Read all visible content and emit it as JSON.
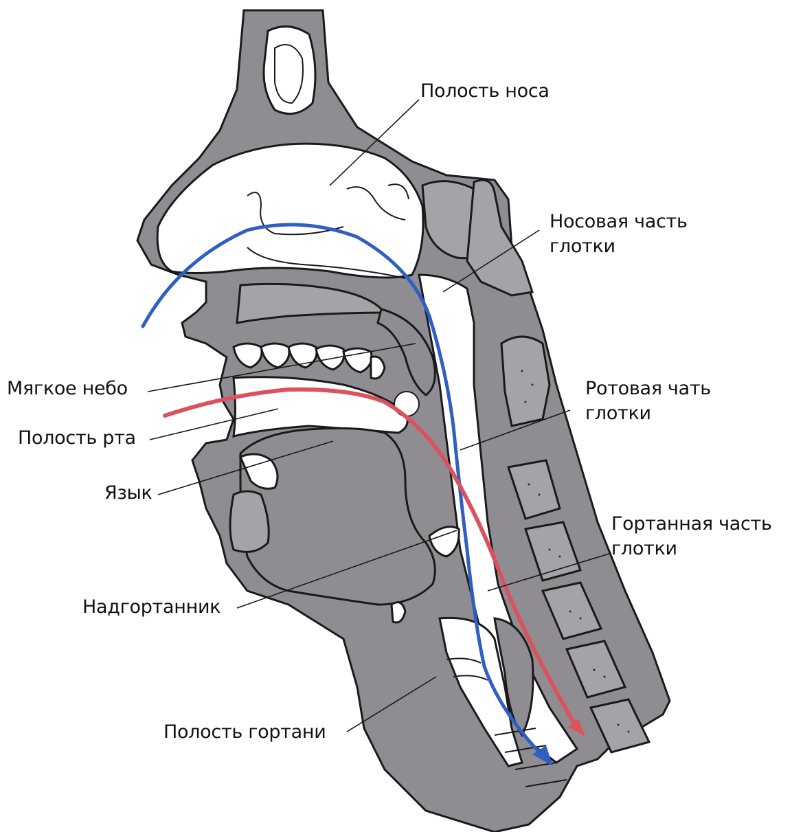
{
  "labels": {
    "nasal_cavity": "Полость носа",
    "nasopharynx_line1": "Носовая часть",
    "nasopharynx_line2": "глотки",
    "soft_palate": "Мягкое небо",
    "oral_cavity": "Полость рта",
    "tongue": "Язык",
    "oropharynx_line1": "Ротовая чать",
    "oropharynx_line2": "глотки",
    "laryngopharynx_line1": "Гортанная часть",
    "laryngopharynx_line2": "глотки",
    "epiglottis": "Надгортанник",
    "larynx_cavity": "Полость гортани"
  },
  "colors": {
    "air_path": "#2f5fc4",
    "food_path": "#d9535f",
    "tissue": "#8f8c92",
    "bone": "#a6a3a8",
    "outline": "#1a1a1a"
  }
}
